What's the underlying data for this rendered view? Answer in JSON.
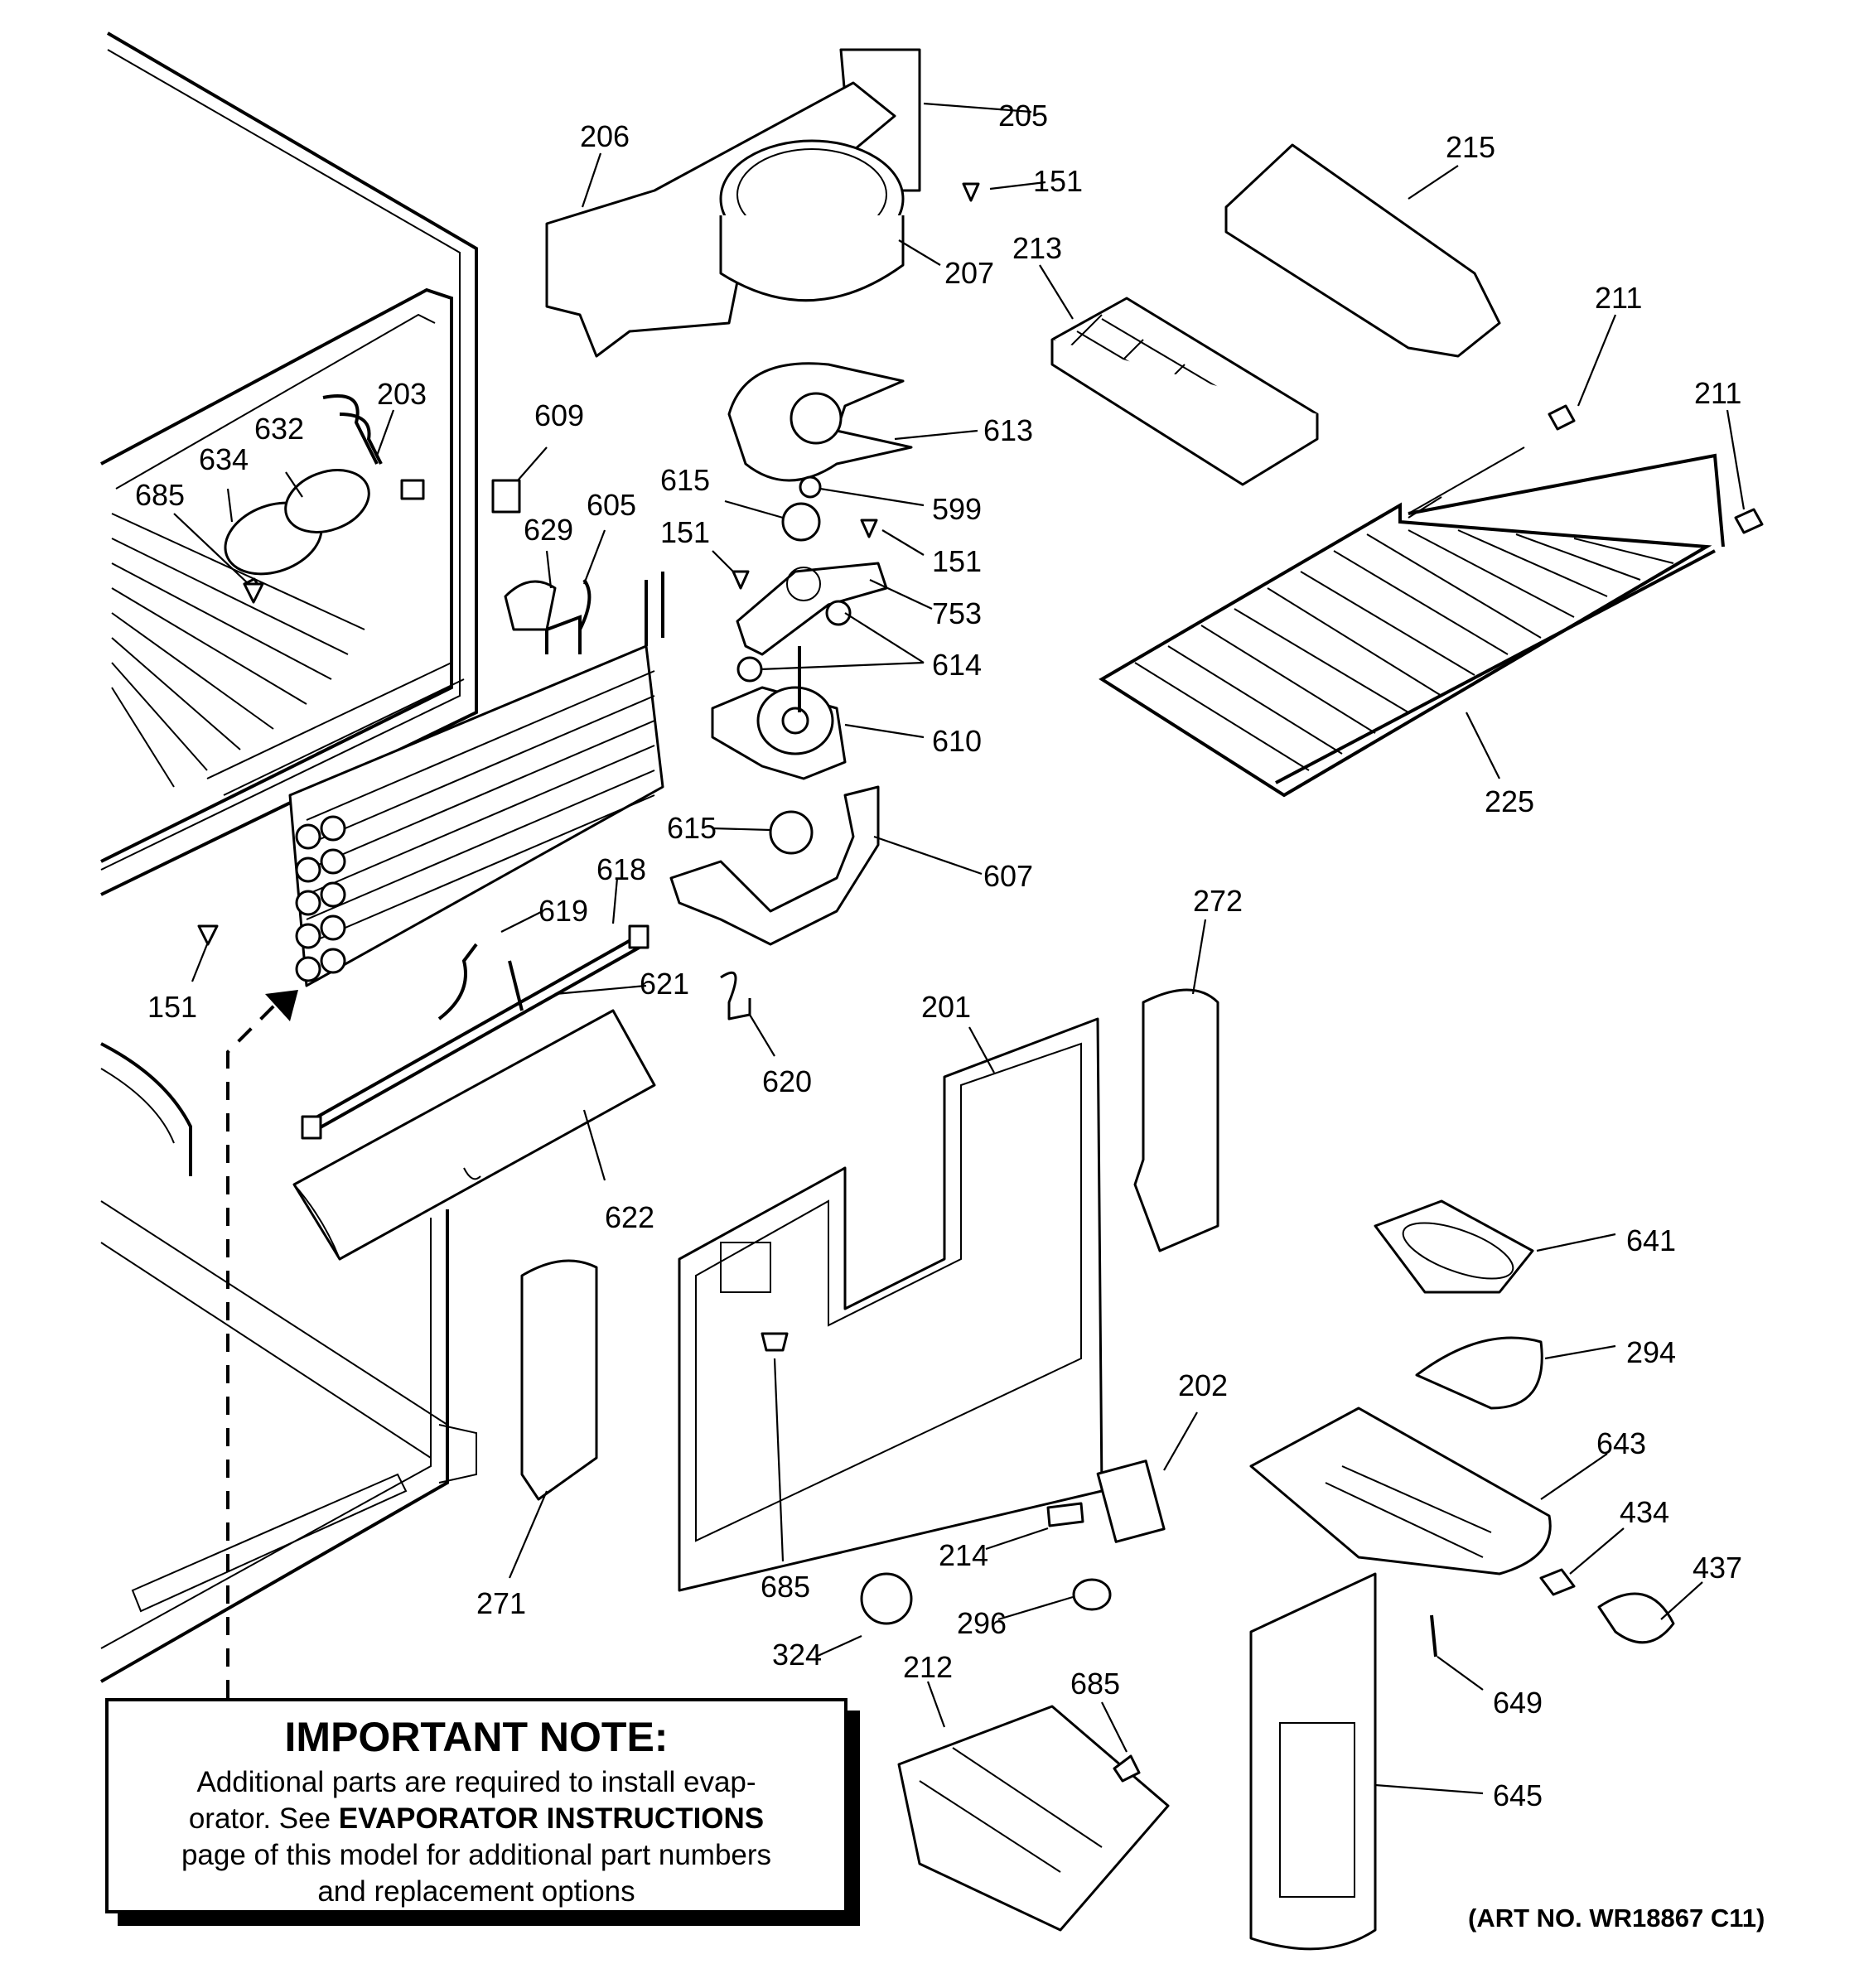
{
  "diagram": {
    "callouts": [
      {
        "id": "c205",
        "label": "205"
      },
      {
        "id": "c206",
        "label": "206"
      },
      {
        "id": "c151a",
        "label": "151"
      },
      {
        "id": "c215",
        "label": "215"
      },
      {
        "id": "c207",
        "label": "207"
      },
      {
        "id": "c213",
        "label": "213"
      },
      {
        "id": "c211a",
        "label": "211"
      },
      {
        "id": "c211b",
        "label": "211"
      },
      {
        "id": "c203",
        "label": "203"
      },
      {
        "id": "c632",
        "label": "632"
      },
      {
        "id": "c609",
        "label": "609"
      },
      {
        "id": "c613",
        "label": "613"
      },
      {
        "id": "c634",
        "label": "634"
      },
      {
        "id": "c685a",
        "label": "685"
      },
      {
        "id": "c615a",
        "label": "615"
      },
      {
        "id": "c599",
        "label": "599"
      },
      {
        "id": "c629",
        "label": "629"
      },
      {
        "id": "c605",
        "label": "605"
      },
      {
        "id": "c151b",
        "label": "151"
      },
      {
        "id": "c151c",
        "label": "151"
      },
      {
        "id": "c753",
        "label": "753"
      },
      {
        "id": "c614",
        "label": "614"
      },
      {
        "id": "c610",
        "label": "610"
      },
      {
        "id": "c225",
        "label": "225"
      },
      {
        "id": "c615b",
        "label": "615"
      },
      {
        "id": "c618",
        "label": "618"
      },
      {
        "id": "c607",
        "label": "607"
      },
      {
        "id": "c272",
        "label": "272"
      },
      {
        "id": "c619",
        "label": "619"
      },
      {
        "id": "c151d",
        "label": "151"
      },
      {
        "id": "c621",
        "label": "621"
      },
      {
        "id": "c201",
        "label": "201"
      },
      {
        "id": "c620",
        "label": "620"
      },
      {
        "id": "c622",
        "label": "622"
      },
      {
        "id": "c641",
        "label": "641"
      },
      {
        "id": "c294",
        "label": "294"
      },
      {
        "id": "c202",
        "label": "202"
      },
      {
        "id": "c643",
        "label": "643"
      },
      {
        "id": "c434",
        "label": "434"
      },
      {
        "id": "c214",
        "label": "214"
      },
      {
        "id": "c437",
        "label": "437"
      },
      {
        "id": "c271",
        "label": "271"
      },
      {
        "id": "c685b",
        "label": "685"
      },
      {
        "id": "c296",
        "label": "296"
      },
      {
        "id": "c324",
        "label": "324"
      },
      {
        "id": "c649",
        "label": "649"
      },
      {
        "id": "c212",
        "label": "212"
      },
      {
        "id": "c685c",
        "label": "685"
      },
      {
        "id": "c645",
        "label": "645"
      }
    ]
  },
  "note": {
    "title": "IMPORTANT NOTE:",
    "line1": "Additional parts are required to install evap-",
    "line2_pre": "orator.  See ",
    "line2_bold": "EVAPORATOR INSTRUCTIONS",
    "line3": "page of this model for additional part numbers",
    "line4": "and replacement options"
  },
  "art_number": "(ART NO. WR18867 C11)"
}
